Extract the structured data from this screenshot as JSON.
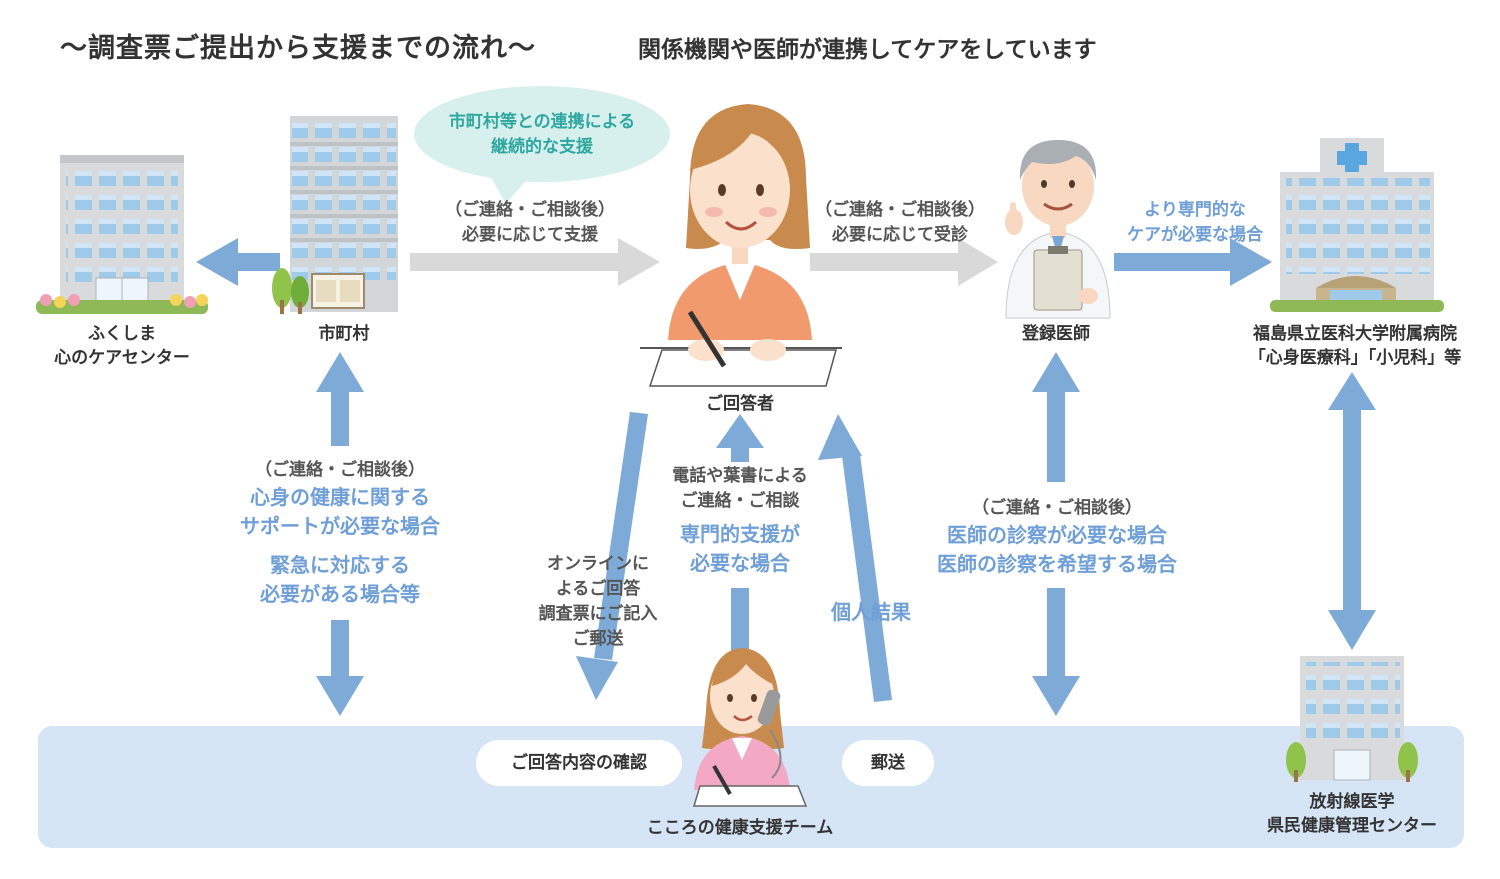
{
  "header": {
    "title": "〜調査票ご提出から支援までの流れ〜",
    "subtitle": "関係機関や医師が連携してケアをしています"
  },
  "nodes": {
    "care_center": [
      "ふくしま",
      "心のケアセンター"
    ],
    "municipality": "市町村",
    "respondent": "ご回答者",
    "doctor": "登録医師",
    "hospital": [
      "福島県立医科大学附属病院",
      "「心身医療科」「小児科」等"
    ],
    "team": "こころの健康支援チーム",
    "center": [
      "放射線医学",
      "県民健康管理センター"
    ]
  },
  "bubble": [
    "市町村等との連携による",
    "継続的な支援"
  ],
  "flows": {
    "muni_to_resp": [
      "（ご連絡・ご相談後）",
      "必要に応じて支援"
    ],
    "resp_to_doctor": [
      "（ご連絡・ご相談後）",
      "必要に応じて受診"
    ],
    "doctor_to_hospital": [
      "より専門的な",
      "ケアが必要な場合"
    ],
    "muni_team": {
      "note": "（ご連絡・ご相談後）",
      "cond1": [
        "心身の健康に関する",
        "サポートが必要な場合"
      ],
      "cond2": [
        "緊急に対応する",
        "必要がある場合等"
      ]
    },
    "online": [
      "オンラインに",
      "よるご回答",
      "調査票にご記入",
      "ご郵送"
    ],
    "phone": {
      "note": [
        "電話や葉書による",
        "ご連絡・ご相談"
      ],
      "cond": [
        "専門的支援が",
        "必要な場合"
      ]
    },
    "result": "個人結果",
    "doctor_team": {
      "note": "（ご連絡・ご相談後）",
      "cond": [
        "医師の診察が必要な場合",
        "医師の診察を希望する場合"
      ]
    }
  },
  "band": {
    "pill_confirm": "ご回答内容の確認",
    "pill_mail": "郵送"
  },
  "colors": {
    "arrow_blue": "#7eaad8",
    "arrow_gray": "#d9d9d9",
    "band": "#d6e5f5",
    "bubble": "#d7f0ee",
    "bubble_text": "#2fa8a0"
  }
}
